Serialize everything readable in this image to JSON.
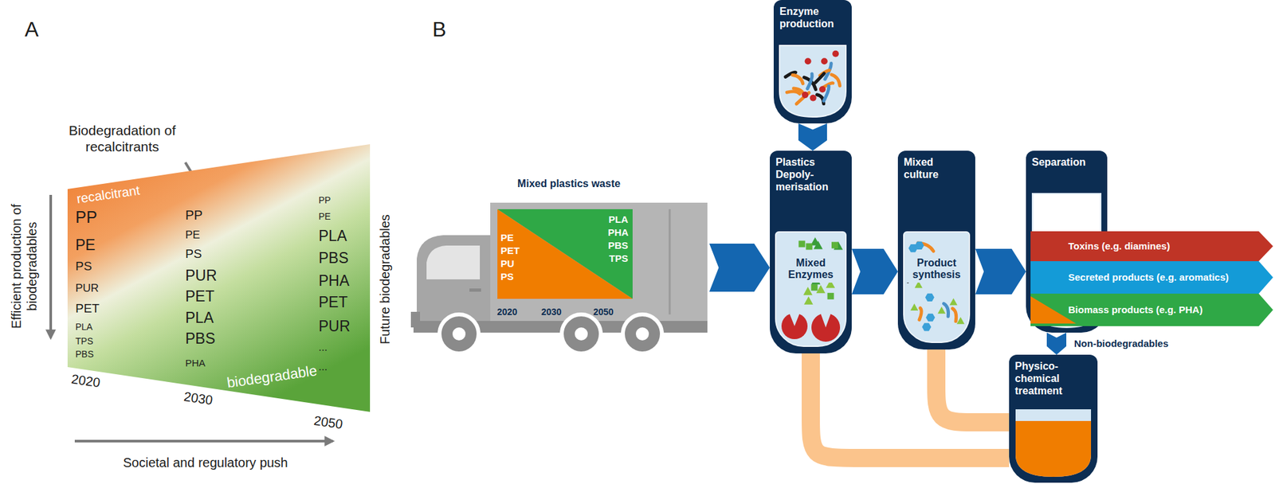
{
  "diagram": {
    "nodes": [
      {
        "text": [
          "recalcitrant",
          "biodegradable",
          "PP",
          "PE",
          "PS",
          "PUR",
          "PET",
          "PLA",
          "TPS",
          "PBS",
          "PP",
          "PE",
          "PS",
          "PUR",
          "PET",
          "PLA",
          "PBS",
          "PHA",
          "PP",
          "PE",
          "PLA",
          "PBS",
          "PHA",
          "PET",
          "PUR",
          "...",
          "..."
        ]
      },
      {
        "text": [
          "Mixed plastics waste",
          "PE PET PU PS",
          "PLA PHA PBS TPS",
          "2020",
          "2030",
          "2050"
        ]
      },
      {
        "text": [
          "Enzyme production"
        ]
      },
      {
        "text": [
          "Plastics Depoly- merisation"
        ]
      },
      {
        "text": [
          "Mixed Enzymes"
        ],
        "in": 3
      },
      {
        "text": [
          "Mixed culture"
        ]
      },
      {
        "text": [
          "Product synthesis"
        ],
        "in": 5
      },
      {
        "text": [
          "Separation"
        ]
      },
      {
        "text": [
          "Toxins (e.g. diamines)"
        ]
      },
      {
        "text": [
          "Secreted products (e.g. aromatics)"
        ]
      },
      {
        "text": [
          "Biomass products (e.g. PHA)"
        ]
      },
      {
        "text": [
          "Physico- chemical treatment"
        ]
      }
    ],
    "edges": [
      {
        "from": 1,
        "to": 3,
        "arrow": "to"
      },
      {
        "from": 2,
        "to": 3,
        "arrow": "to"
      },
      {
        "from": 3,
        "to": 5,
        "arrow": "to"
      },
      {
        "from": 5,
        "to": 7,
        "arrow": "to"
      },
      {
        "from": 7,
        "to": 11,
        "label": "Non-biodegradables",
        "arrow": "to"
      },
      {
        "from": 3,
        "to": 11,
        "arrow": "none"
      },
      {
        "from": 5,
        "to": 11,
        "arrow": "none"
      }
    ],
    "labels": [
      "A",
      "Biodegradation of recalcitrants",
      "Efficient production of biodegradables",
      "Future biodegradables",
      "2020",
      "2030",
      "2050",
      "Societal and regulatory push",
      "B"
    ]
  }
}
